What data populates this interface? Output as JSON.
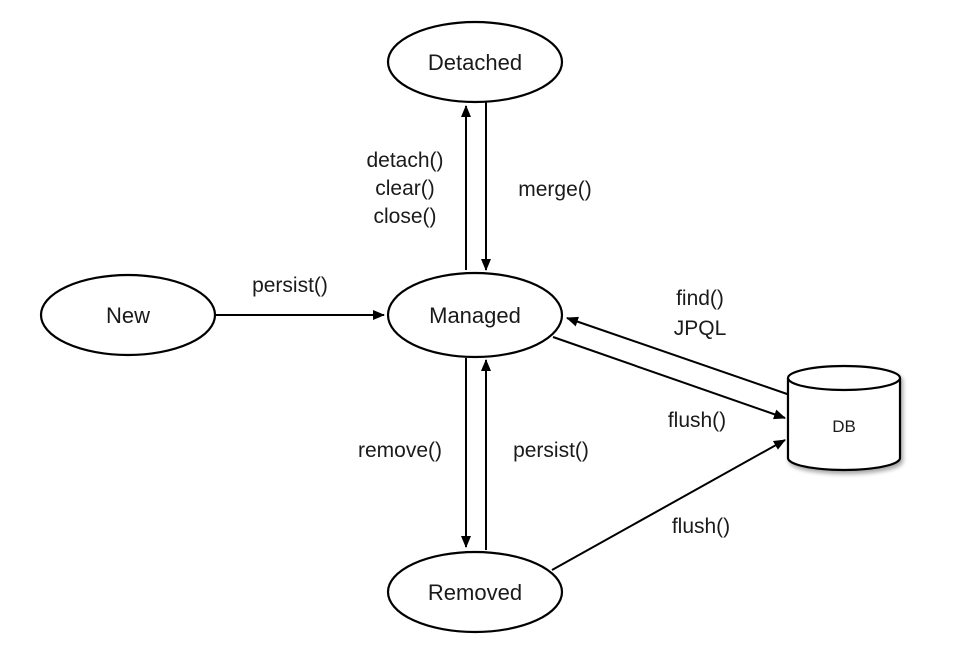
{
  "states": {
    "detached": "Detached",
    "new": "New",
    "managed": "Managed",
    "removed": "Removed",
    "db": "DB"
  },
  "transitions": {
    "detach": "detach()",
    "clear": "clear()",
    "close": "close()",
    "merge": "merge()",
    "persist_new": "persist()",
    "find": "find()",
    "jpql": "JPQL",
    "flush_managed": "flush()",
    "remove": "remove()",
    "persist_removed": "persist()",
    "flush_removed": "flush()"
  }
}
